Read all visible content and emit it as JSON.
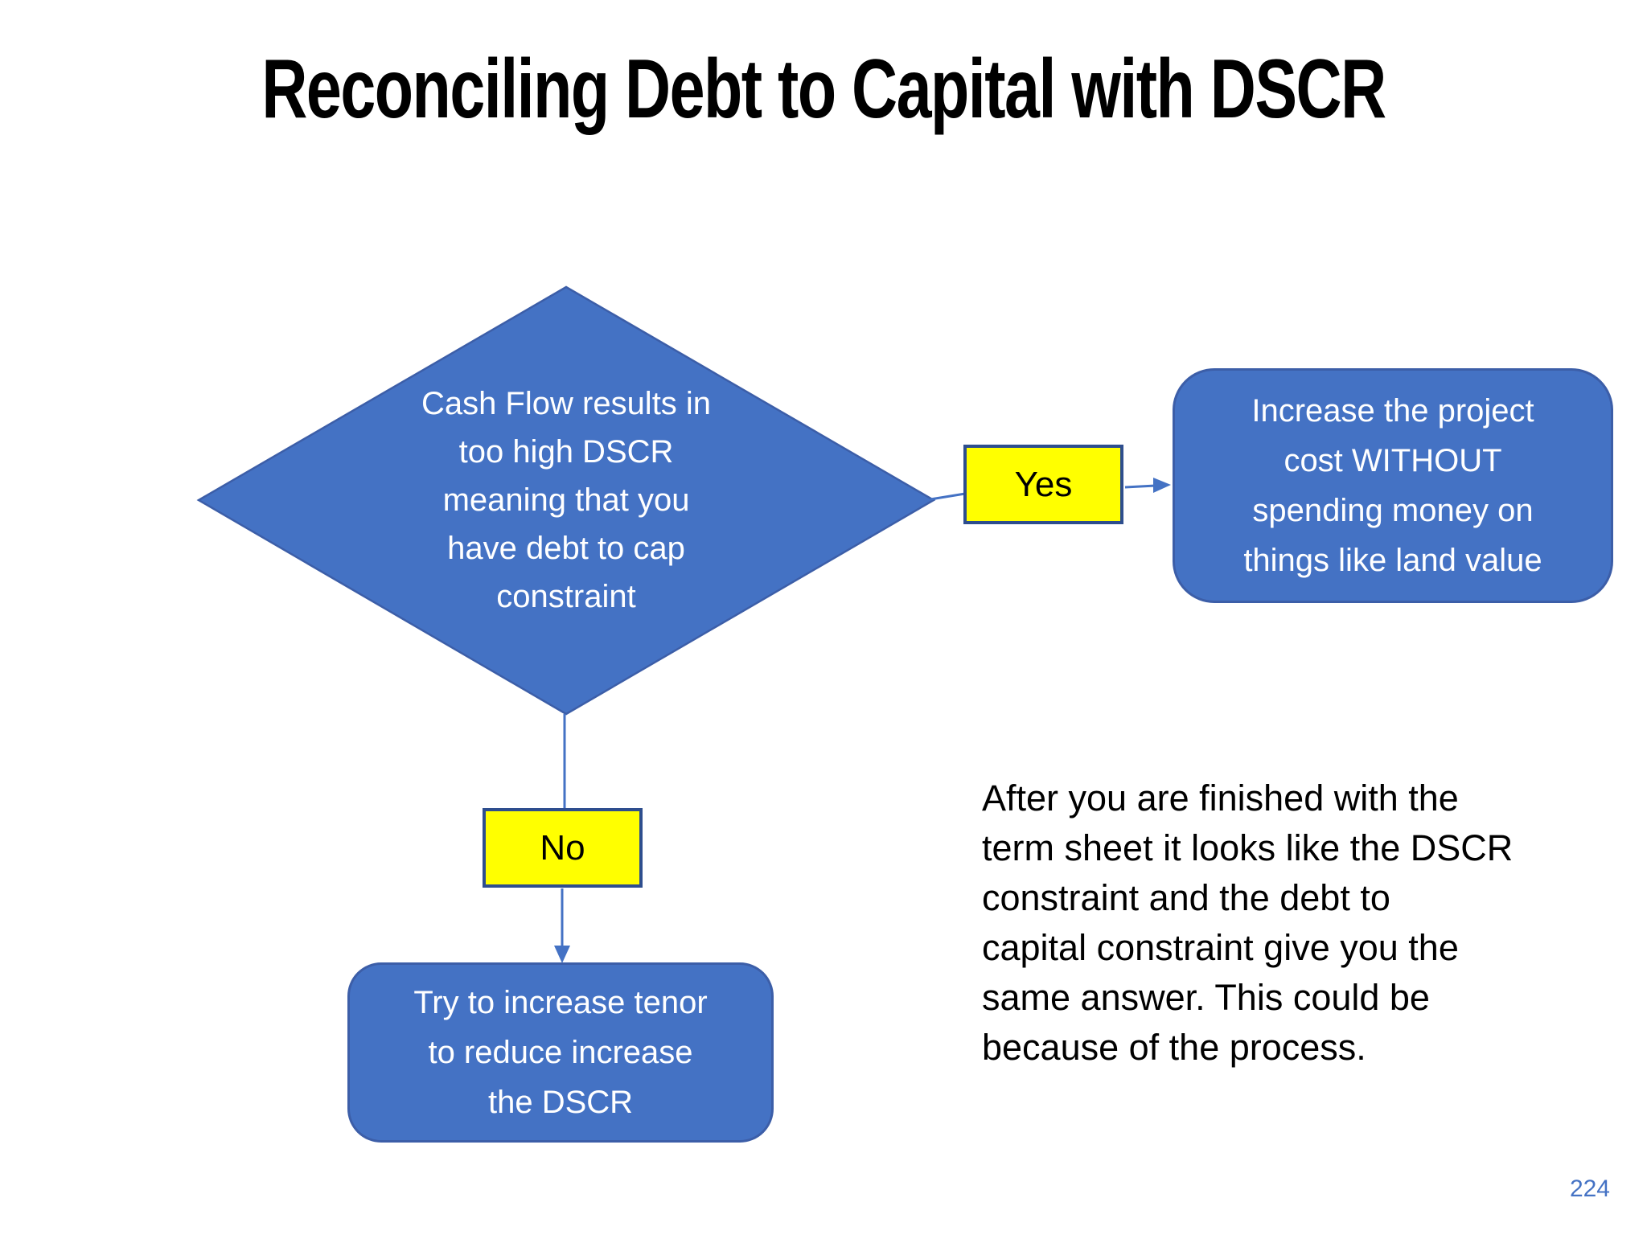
{
  "slide": {
    "title": "Reconciling Debt to Capital with DSCR",
    "page_number": "224"
  },
  "flowchart": {
    "decision": {
      "lines": [
        "Cash Flow results in",
        "too high DSCR",
        "meaning that you",
        "have debt to cap",
        "constraint"
      ]
    },
    "yes_label": "Yes",
    "no_label": "No",
    "yes_outcome": {
      "lines": [
        "Increase the project",
        "cost WITHOUT",
        "spending money on",
        "things like land value"
      ]
    },
    "no_outcome": {
      "lines": [
        "Try to increase tenor",
        "to reduce increase",
        "the DSCR"
      ]
    }
  },
  "note": {
    "lines": [
      "After you are finished with the",
      "term sheet it looks like the DSCR",
      "constraint and the debt to",
      "capital constraint give you the",
      "same answer.  This could be",
      "because of the process."
    ]
  },
  "colors": {
    "shape_blue": "#4472C4",
    "shape_border_blue": "#3C5EA8",
    "connector_blue": "#4472C4",
    "label_yellow": "#FFFF00",
    "label_border_navy": "#2E4E8E",
    "title_black": "#000000",
    "page_number_blue": "#4472C4"
  }
}
